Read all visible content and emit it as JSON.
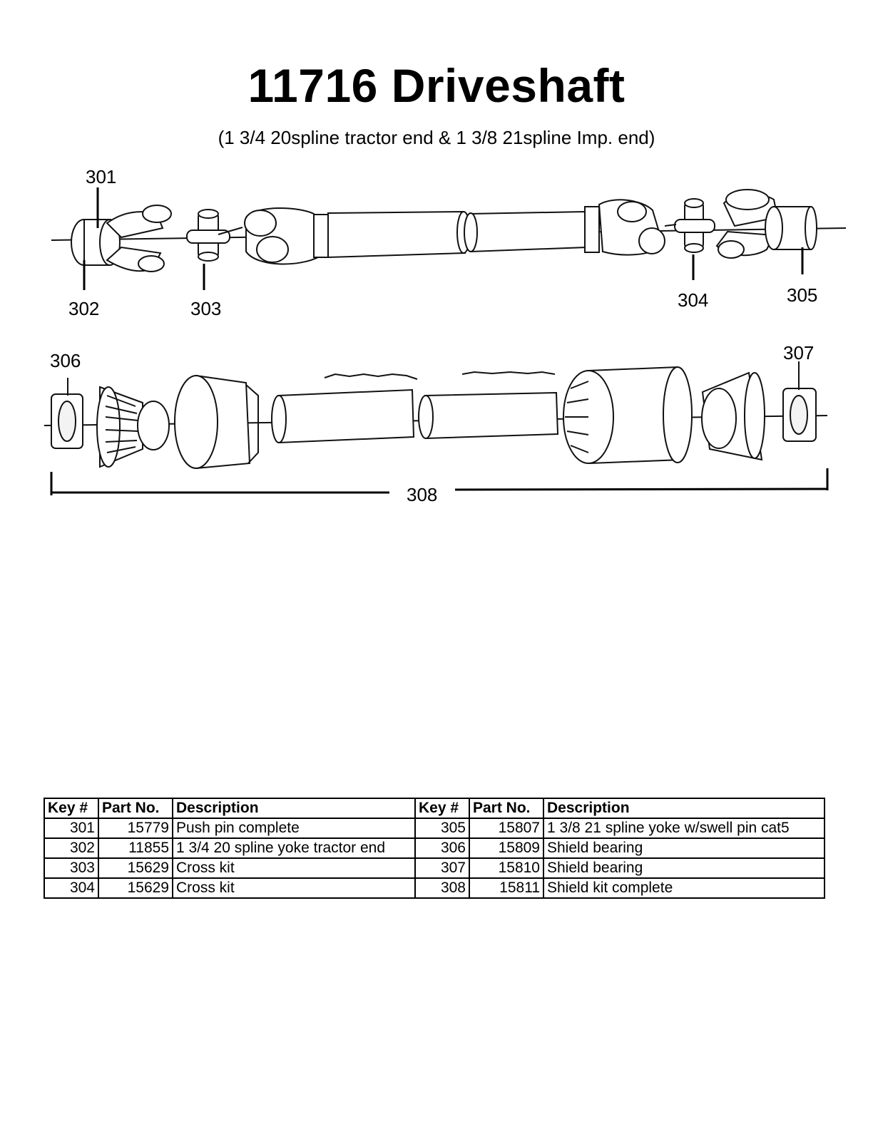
{
  "title": "11716 Driveshaft",
  "subtitle": "(1 3/4 20spline tractor end & 1 3/8 21spline Imp. end)",
  "diagram": {
    "callouts": [
      "301",
      "302",
      "303",
      "304",
      "305",
      "306",
      "307",
      "308"
    ]
  },
  "table": {
    "headers": [
      "Key #",
      "Part No.",
      "Description",
      "Key #",
      "Part No.",
      "Description"
    ],
    "rows": [
      {
        "key1": "301",
        "part1": "15779",
        "desc1": "Push pin complete",
        "key2": "305",
        "part2": "15807",
        "desc2": "1 3/8 21 spline yoke w/swell pin cat5"
      },
      {
        "key1": "302",
        "part1": "11855",
        "desc1": "1 3/4 20 spline yoke tractor end",
        "key2": "306",
        "part2": "15809",
        "desc2": "Shield bearing"
      },
      {
        "key1": "303",
        "part1": "15629",
        "desc1": "Cross kit",
        "key2": "307",
        "part2": "15810",
        "desc2": "Shield bearing"
      },
      {
        "key1": "304",
        "part1": "15629",
        "desc1": "Cross kit",
        "key2": "308",
        "part2": "15811",
        "desc2": "Shield kit complete"
      }
    ]
  }
}
